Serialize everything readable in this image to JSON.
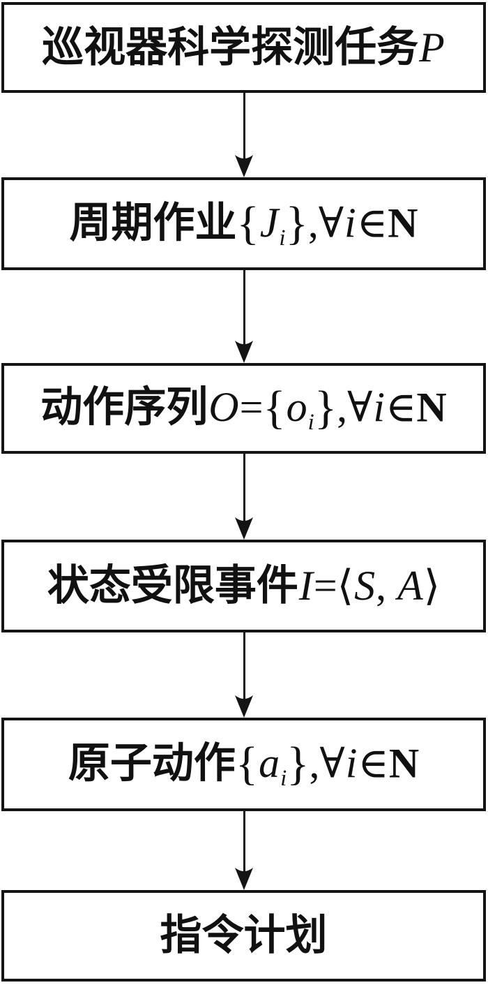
{
  "type": "flowchart",
  "colors": {
    "line": "#141414",
    "background": "#ffffff",
    "text": "#111111"
  },
  "nodes": [
    {
      "id": "mission",
      "text": "巡视器科学探测任务P",
      "runs": [
        {
          "t": "巡视器科学探测任务",
          "s": "cn"
        },
        {
          "t": "P",
          "s": "i"
        }
      ]
    },
    {
      "id": "periodic-jobs",
      "text": "周期作业{Jᵢ},∀i∈N",
      "runs": [
        {
          "t": "周期作业",
          "s": "cn"
        },
        {
          "t": "{",
          "s": "br"
        },
        {
          "t": "J",
          "s": "i"
        },
        {
          "t": "i",
          "s": "sub"
        },
        {
          "t": "}",
          "s": "br"
        },
        {
          "t": ",",
          "s": "n"
        },
        {
          "t": "∀",
          "s": "sym"
        },
        {
          "t": "i",
          "s": "i"
        },
        {
          "t": "∈",
          "s": "sym"
        },
        {
          "t": "N",
          "s": "b"
        }
      ]
    },
    {
      "id": "action-sequence",
      "text": "动作序列O={oᵢ},∀i∈N",
      "runs": [
        {
          "t": "动作序列",
          "s": "cn"
        },
        {
          "t": "O",
          "s": "i"
        },
        {
          "t": "=",
          "s": "n"
        },
        {
          "t": "{",
          "s": "br"
        },
        {
          "t": "o",
          "s": "i"
        },
        {
          "t": "i",
          "s": "sub"
        },
        {
          "t": "}",
          "s": "br"
        },
        {
          "t": ",",
          "s": "n"
        },
        {
          "t": "∀",
          "s": "sym"
        },
        {
          "t": "i",
          "s": "i"
        },
        {
          "t": "∈",
          "s": "sym"
        },
        {
          "t": "N",
          "s": "b"
        }
      ]
    },
    {
      "id": "state-limited-events",
      "text": "状态受限事件I=⟨S, A⟩",
      "runs": [
        {
          "t": "状态受限事件",
          "s": "cn"
        },
        {
          "t": "I",
          "s": "i"
        },
        {
          "t": "=",
          "s": "n"
        },
        {
          "t": "⟨",
          "s": "sym"
        },
        {
          "t": "S",
          "s": "i"
        },
        {
          "t": ", ",
          "s": "n"
        },
        {
          "t": "A",
          "s": "i"
        },
        {
          "t": "⟩",
          "s": "sym"
        }
      ]
    },
    {
      "id": "atomic-actions",
      "text": "原子动作{aᵢ},∀i∈N",
      "runs": [
        {
          "t": "原子动作",
          "s": "cn"
        },
        {
          "t": "{",
          "s": "br"
        },
        {
          "t": "a",
          "s": "i"
        },
        {
          "t": "i",
          "s": "sub"
        },
        {
          "t": "}",
          "s": "br"
        },
        {
          "t": ",",
          "s": "n"
        },
        {
          "t": "∀",
          "s": "sym"
        },
        {
          "t": "i",
          "s": "i"
        },
        {
          "t": "∈",
          "s": "sym"
        },
        {
          "t": "N",
          "s": "b"
        }
      ]
    },
    {
      "id": "command-plan",
      "text": "指令计划",
      "runs": [
        {
          "t": "指令计划",
          "s": "cn"
        }
      ]
    }
  ],
  "arrows": [
    {
      "from": "mission",
      "to": "periodic-jobs"
    },
    {
      "from": "periodic-jobs",
      "to": "action-sequence"
    },
    {
      "from": "action-sequence",
      "to": "state-limited-events"
    },
    {
      "from": "state-limited-events",
      "to": "atomic-actions"
    },
    {
      "from": "atomic-actions",
      "to": "command-plan"
    }
  ]
}
